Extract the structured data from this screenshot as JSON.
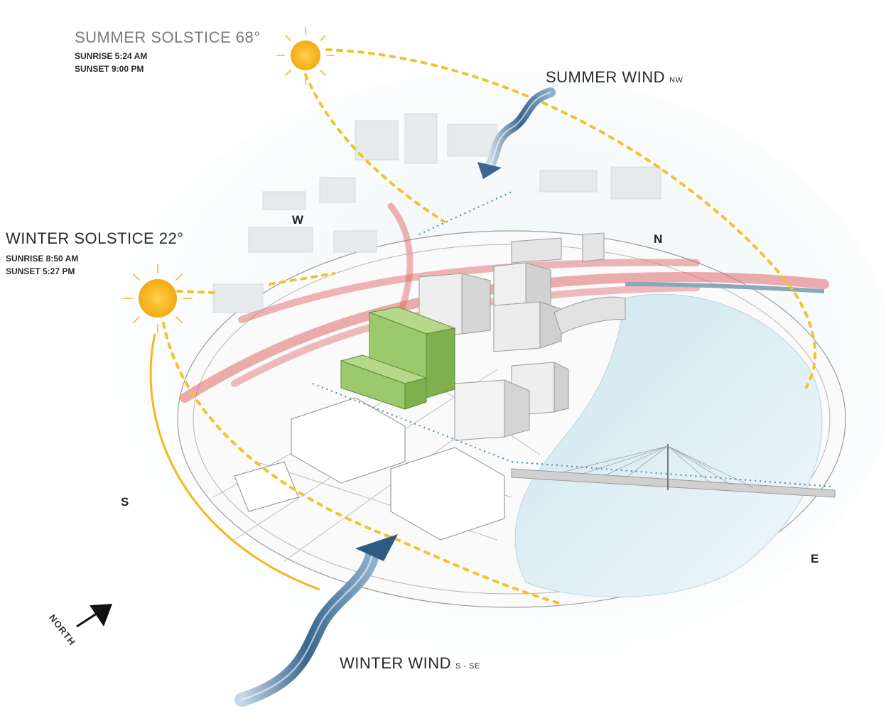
{
  "summer_solstice": {
    "title": "SUMMER SOLSTICE 68°",
    "sunrise": "SUNRISE 5:24 AM",
    "sunset": "SUNSET 9:00 PM"
  },
  "winter_solstice": {
    "title": "WINTER SOLSTICE 22°",
    "sunrise": "SUNRISE 8:50 AM",
    "sunset": "SUNSET  5:27 PM"
  },
  "summer_wind": {
    "label": "SUMMER WIND",
    "direction": "NW"
  },
  "winter_wind": {
    "label": "WINTER WIND",
    "direction": "S - SE"
  },
  "compass": {
    "w": "W",
    "n": "N",
    "s": "S",
    "e": "E",
    "north_arrow": "NORTH"
  },
  "colors": {
    "sun": "#f7b516",
    "sun_path": "#f2c230",
    "wind": "#3a6690",
    "highway": "#e06a6a",
    "new_building": "#8dbf5a",
    "water": "#d8ecf3",
    "existing_building": "#e6e6e6"
  },
  "icons": [
    "summer-sun-icon",
    "winter-sun-icon",
    "summer-wind-arrow-icon",
    "winter-wind-arrow-icon",
    "north-arrow-icon"
  ]
}
